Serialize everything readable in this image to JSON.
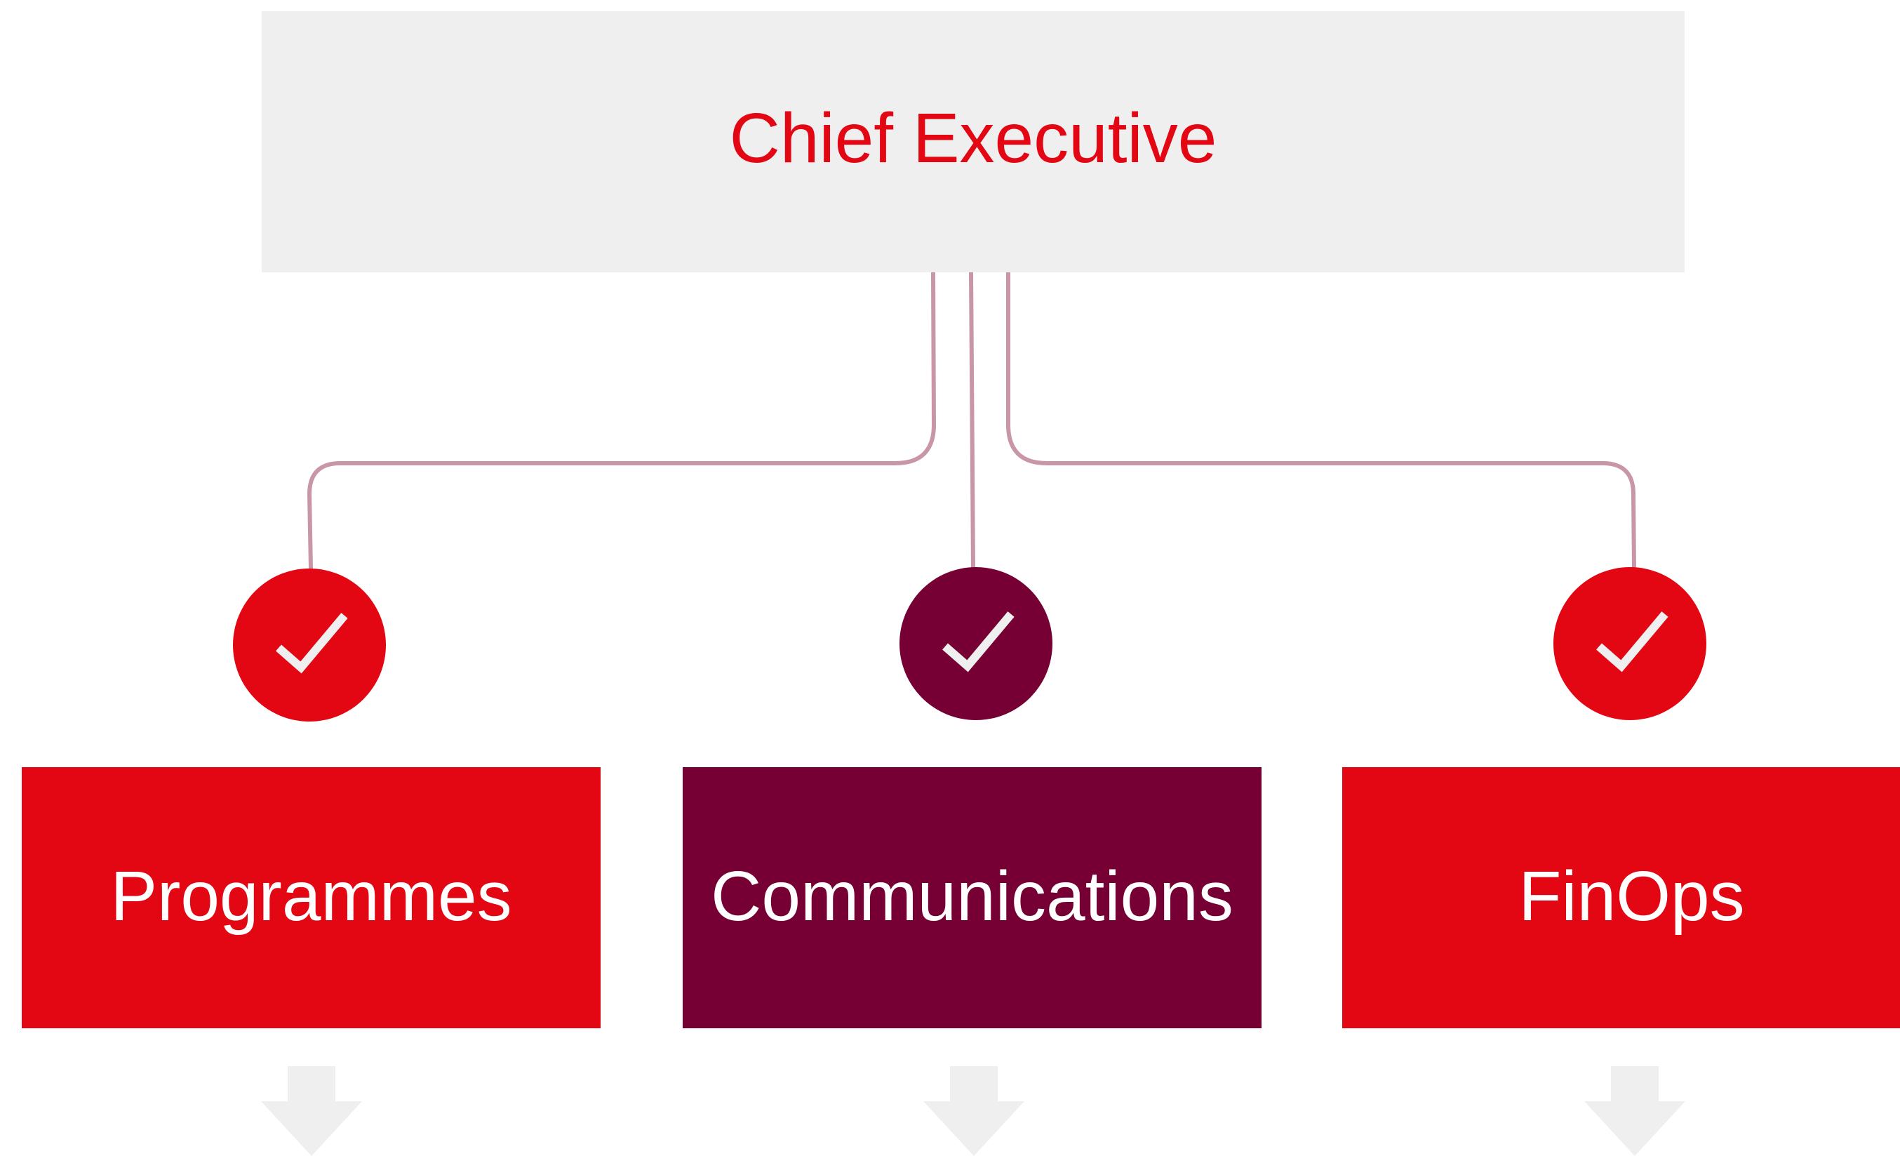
{
  "chief": {
    "label": "Chief Executive",
    "text_color": "#e30613",
    "background": "#efefef"
  },
  "connector_color": "#c896a8",
  "check_color": "#efefef",
  "departments": [
    {
      "label": "Programmes",
      "box_color": "#e30613",
      "circle_color": "#e30613",
      "icon": "check-icon",
      "arrow_icon": "arrow-down-icon"
    },
    {
      "label": "Communications",
      "box_color": "#760033",
      "circle_color": "#760033",
      "icon": "check-icon",
      "arrow_icon": "arrow-down-icon"
    },
    {
      "label": "FinOps",
      "box_color": "#e30613",
      "circle_color": "#e30613",
      "icon": "check-icon",
      "arrow_icon": "arrow-down-icon"
    }
  ]
}
